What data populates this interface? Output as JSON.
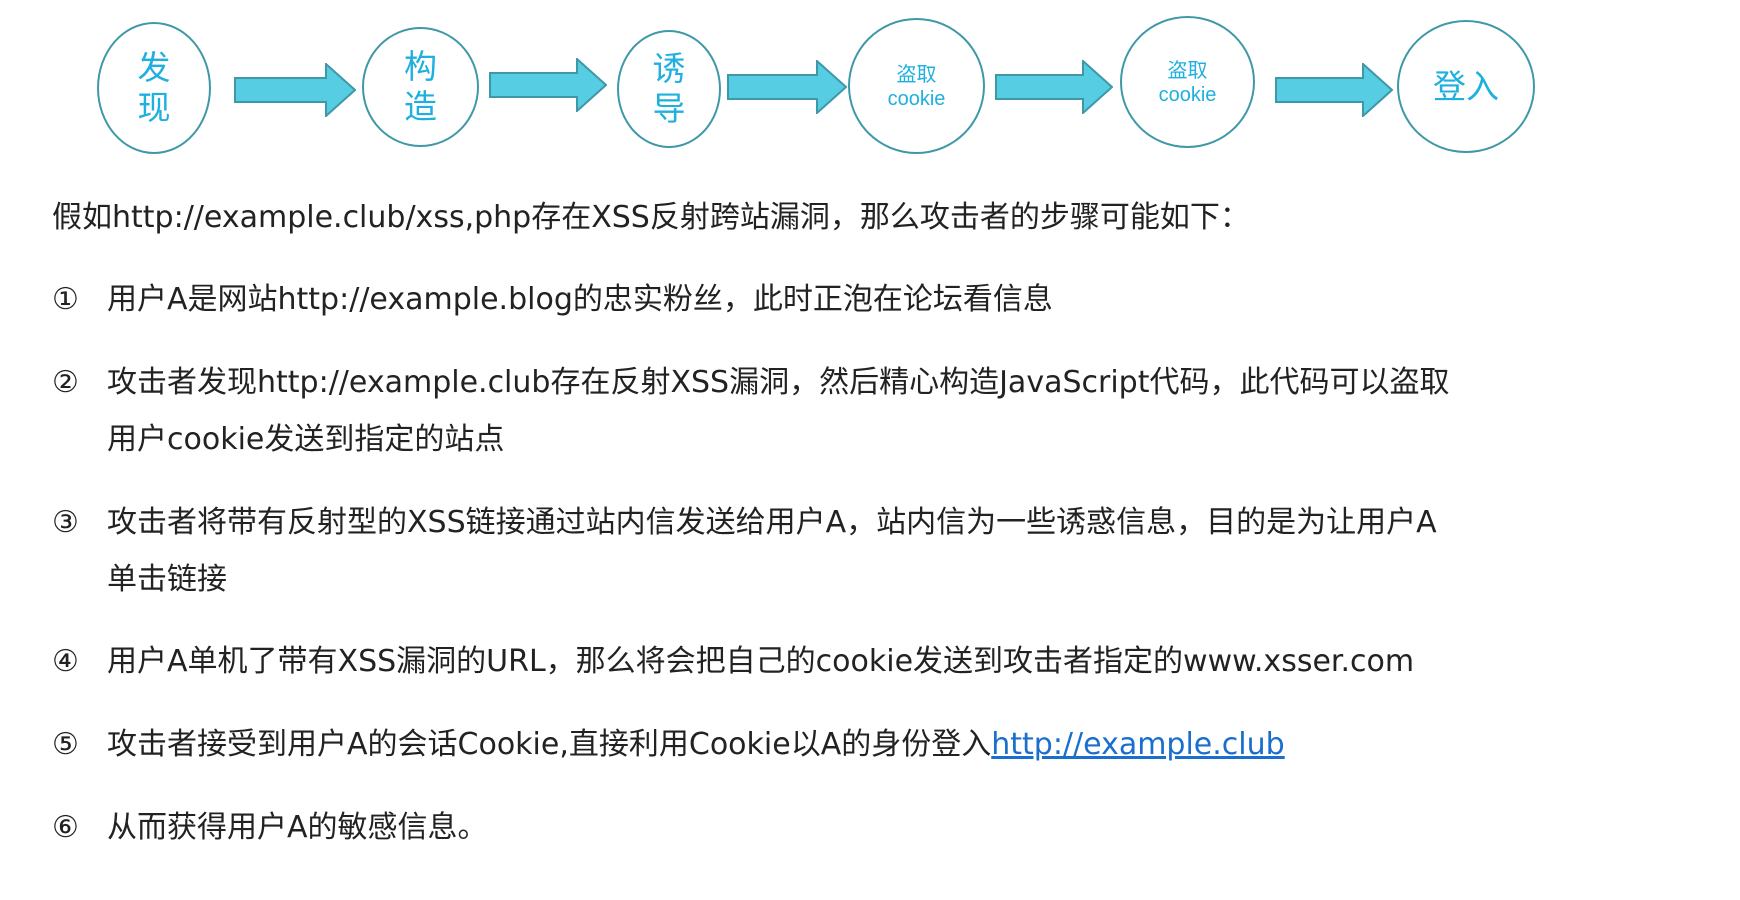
{
  "flow": {
    "colors": {
      "circle_border": "#3f98a8",
      "circle_text": "#1fb0e0",
      "arrow_fill": "#56cde3",
      "arrow_border": "#3f98a8"
    },
    "steps": [
      {
        "line1": "发",
        "line2": "现"
      },
      {
        "line1": "构",
        "line2": "造"
      },
      {
        "line1": "诱",
        "line2": "导"
      },
      {
        "line1": "盗取",
        "line2": "cookie"
      },
      {
        "line1": "盗取",
        "line2": "cookie"
      },
      {
        "line1": "登入"
      }
    ]
  },
  "intro": "假如http://example.club/xss,php存在XSS反射跨站漏洞，那么攻击者的步骤可能如下：",
  "steps": [
    {
      "num": "①",
      "text": "用户A是网站http://example.blog的忠实粉丝，此时正泡在论坛看信息"
    },
    {
      "num": "②",
      "text": "攻击者发现http://example.club存在反射XSS漏洞，然后精心构造JavaScript代码，此代码可以盗取",
      "text2": "用户cookie发送到指定的站点"
    },
    {
      "num": "③",
      "text": "攻击者将带有反射型的XSS链接通过站内信发送给用户A，站内信为一些诱惑信息，目的是为让用户A",
      "text2": "单击链接"
    },
    {
      "num": "④",
      "text": "用户A单机了带有XSS漏洞的URL，那么将会把自己的cookie发送到攻击者指定的www.xsser.com"
    },
    {
      "num": "⑤",
      "text": "攻击者接受到用户A的会话Cookie,直接利用Cookie以A的身份登入",
      "link": "http://example.club",
      "link_color": "#1a6fce"
    },
    {
      "num": "⑥",
      "text": "从而获得用户A的敏感信息。"
    }
  ]
}
